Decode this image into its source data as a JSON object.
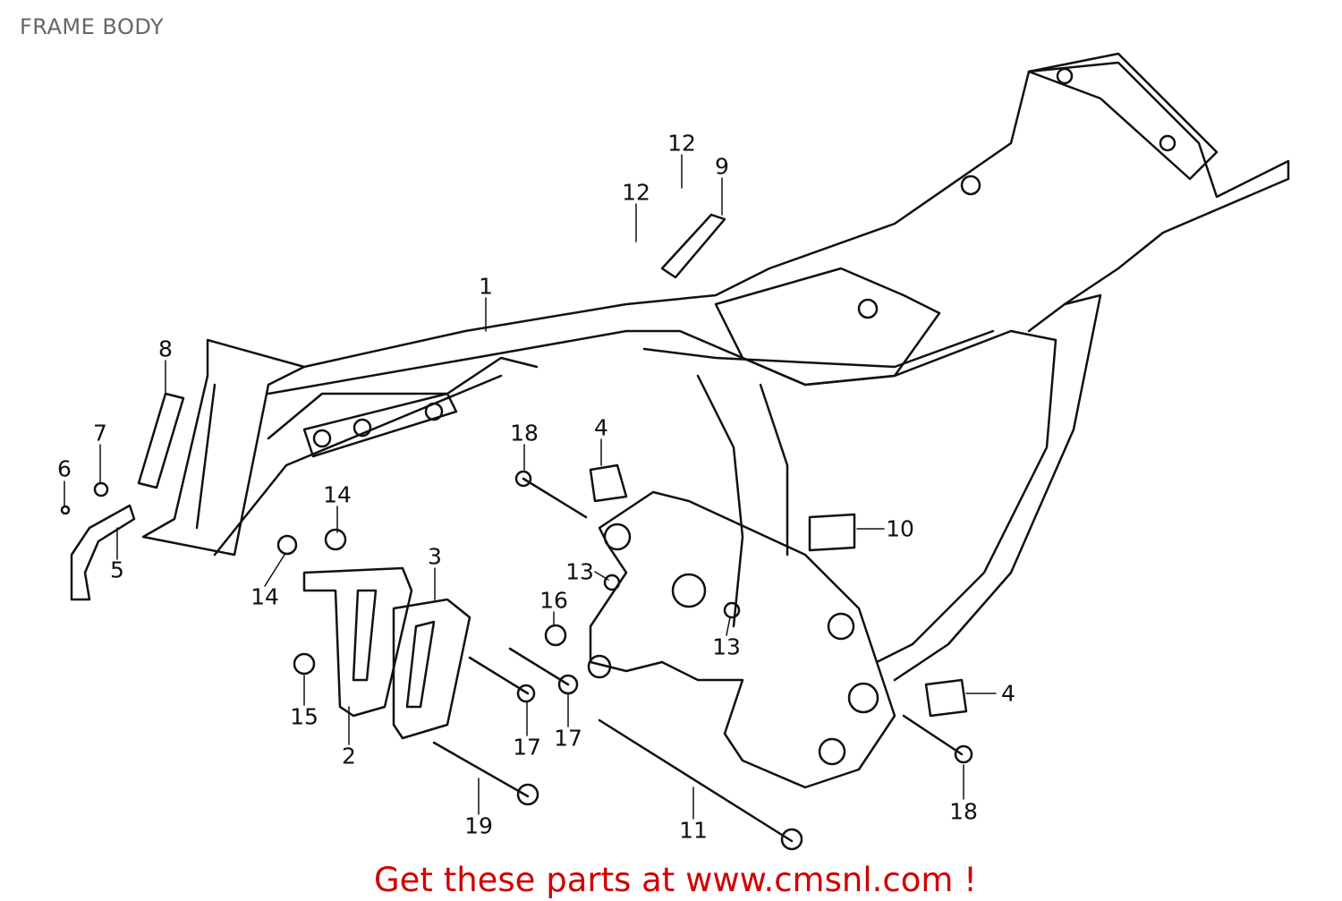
{
  "title": "FRAME BODY",
  "callouts": [
    "1",
    "8",
    "7",
    "6",
    "5",
    "12",
    "12",
    "9",
    "18",
    "4",
    "14",
    "14",
    "3",
    "13",
    "16",
    "13",
    "10",
    "15",
    "2",
    "17",
    "17",
    "19",
    "11",
    "4",
    "18"
  ],
  "footer": "Get these parts at www.cmsnl.com !",
  "colors": {
    "title": "#666666",
    "footer": "#d00000",
    "lines": "#111111"
  }
}
